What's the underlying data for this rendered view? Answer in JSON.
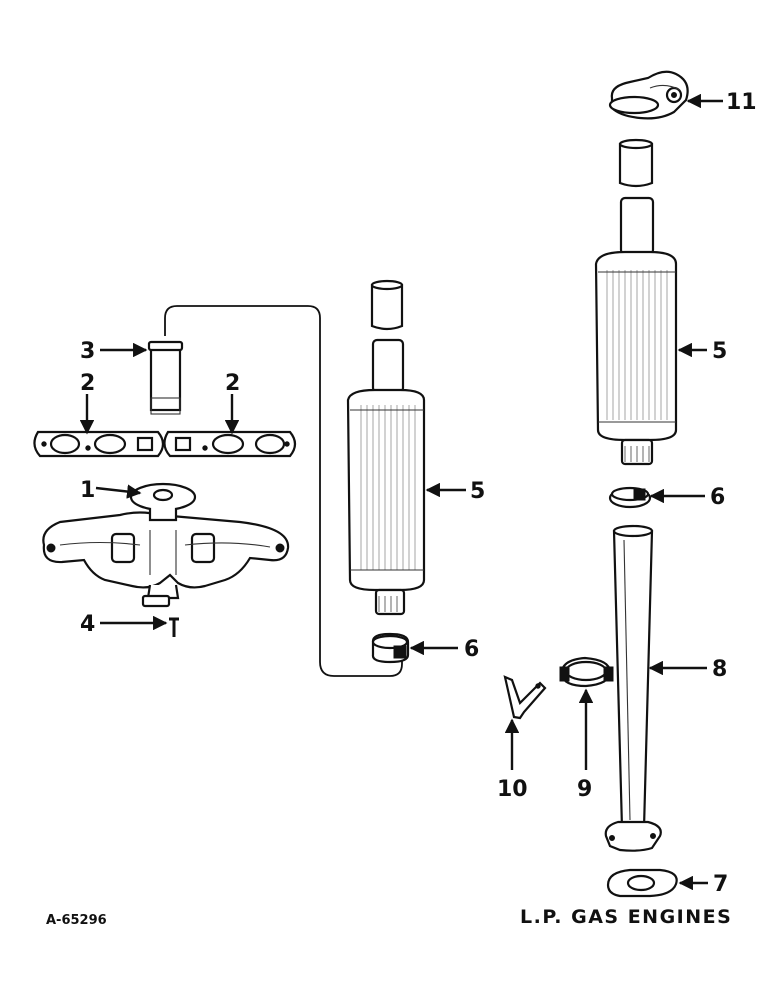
{
  "drawing_number": "A-65296",
  "caption": "L.P. GAS ENGINES",
  "callouts": {
    "c1": "1",
    "c2a": "2",
    "c2b": "2",
    "c3": "3",
    "c4": "4",
    "c5a": "5",
    "c5b": "5",
    "c6a": "6",
    "c6b": "6",
    "c7": "7",
    "c8": "8",
    "c9": "9",
    "c10": "10",
    "c11": "11"
  }
}
